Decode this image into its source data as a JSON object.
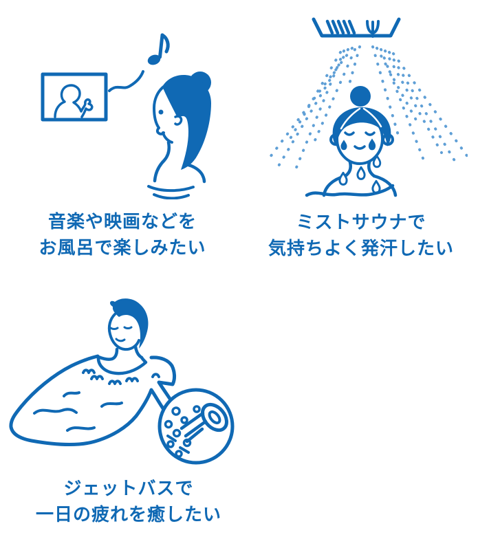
{
  "page": {
    "background": "#ffffff",
    "accent_color": "#1069b4",
    "mist_color": "#5f9fd6"
  },
  "cards": [
    {
      "illustration": "woman-enjoying-tv-and-music-in-bath",
      "caption_line1": "音楽や映画などを",
      "caption_line2": "お風呂で楽しみたい"
    },
    {
      "illustration": "woman-sweating-under-mist-sauna",
      "caption_line1": "ミストサウナで",
      "caption_line2": "気持ちよく発汗したい"
    },
    {
      "illustration": "man-relaxing-in-jet-bath",
      "caption_line1": "ジェットバスで",
      "caption_line2": "一日の疲れを癒したい"
    }
  ]
}
